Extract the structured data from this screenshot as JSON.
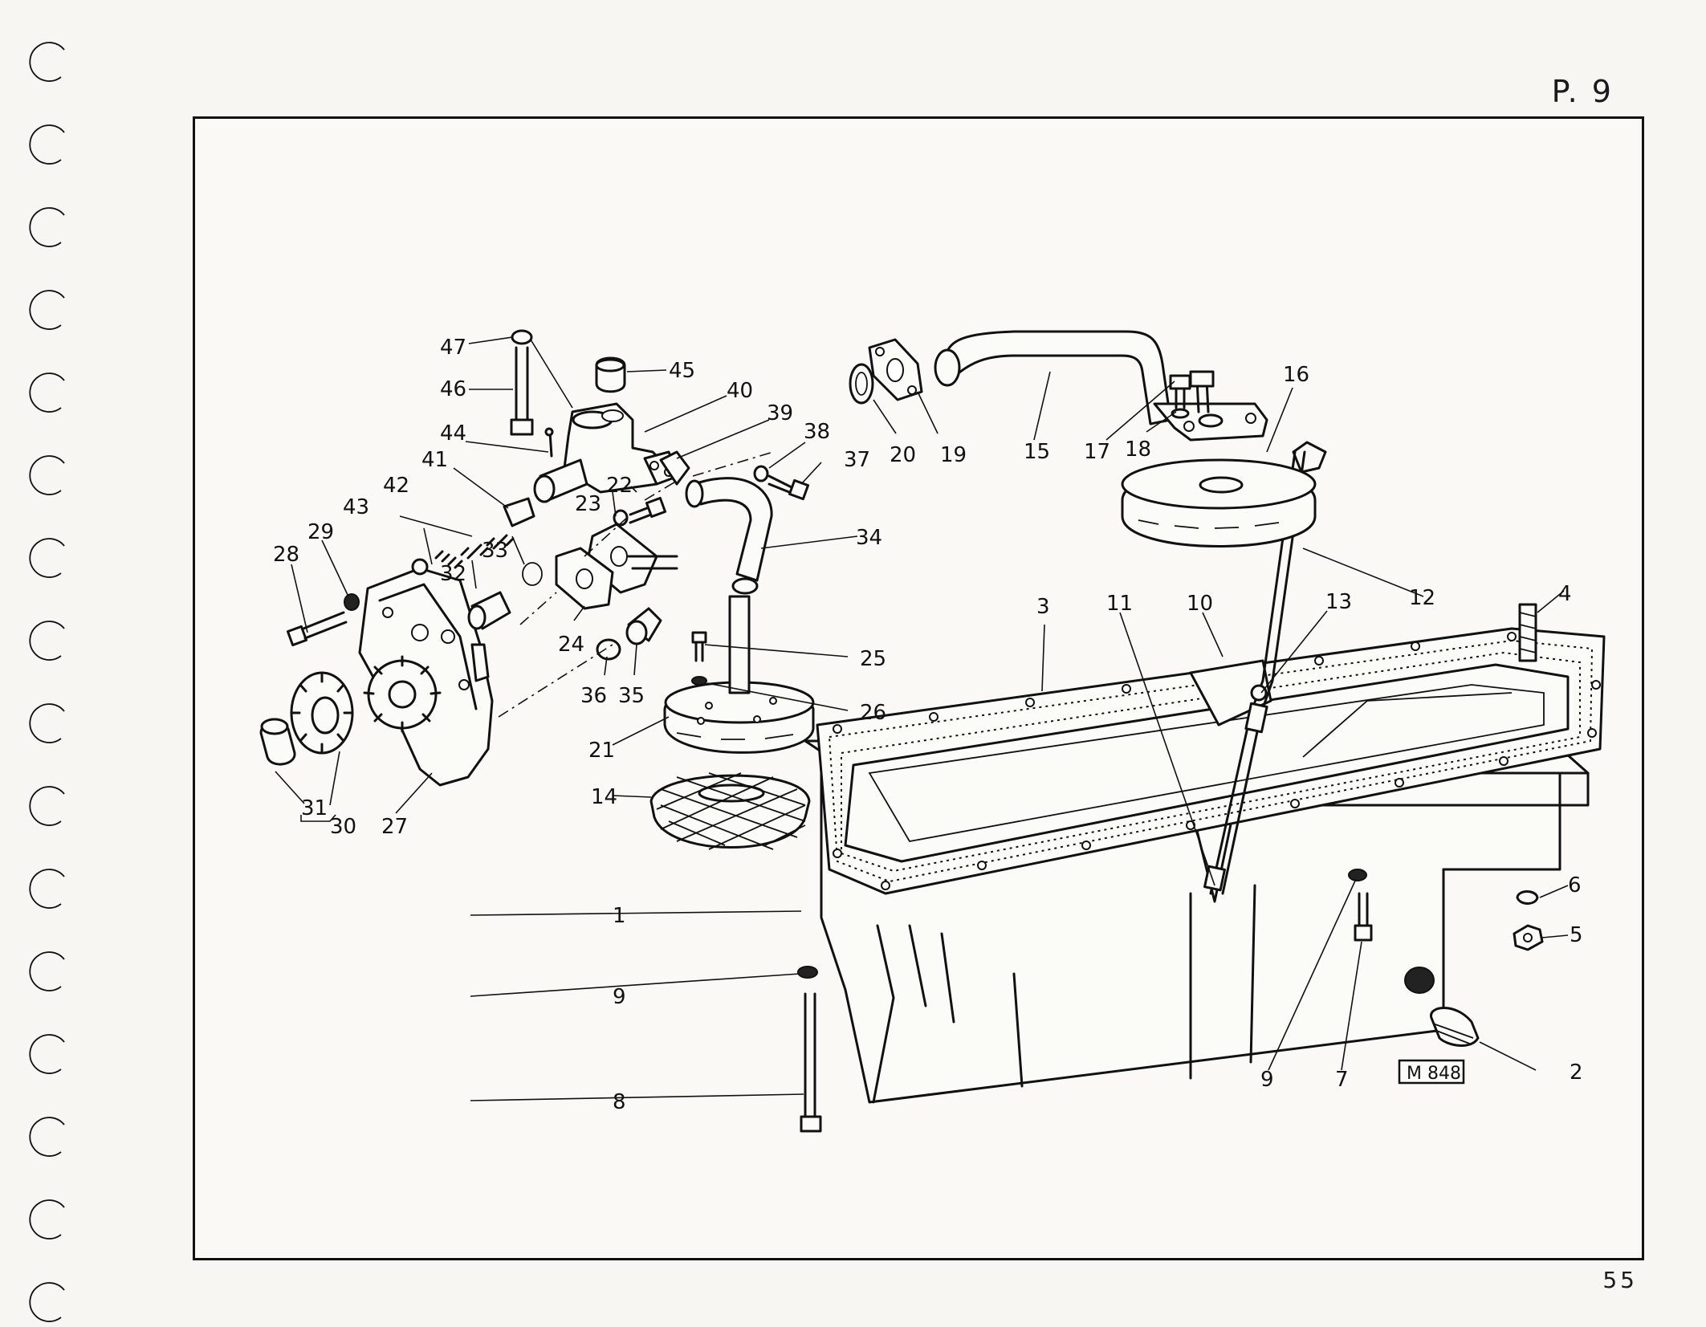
{
  "page": {
    "page_label": "P. 9",
    "footer_number": "55"
  },
  "diagram": {
    "reference_code": "M 848",
    "callouts": [
      "1",
      "2",
      "3",
      "4",
      "5",
      "6",
      "7",
      "8",
      "9",
      "9",
      "10",
      "11",
      "12",
      "13",
      "14",
      "15",
      "16",
      "17",
      "18",
      "19",
      "20",
      "21",
      "22",
      "23",
      "24",
      "25",
      "26",
      "27",
      "28",
      "29",
      "30",
      "31",
      "32",
      "33",
      "34",
      "35",
      "36",
      "37",
      "38",
      "39",
      "40",
      "41",
      "42",
      "43",
      "44",
      "45",
      "46",
      "47"
    ]
  }
}
